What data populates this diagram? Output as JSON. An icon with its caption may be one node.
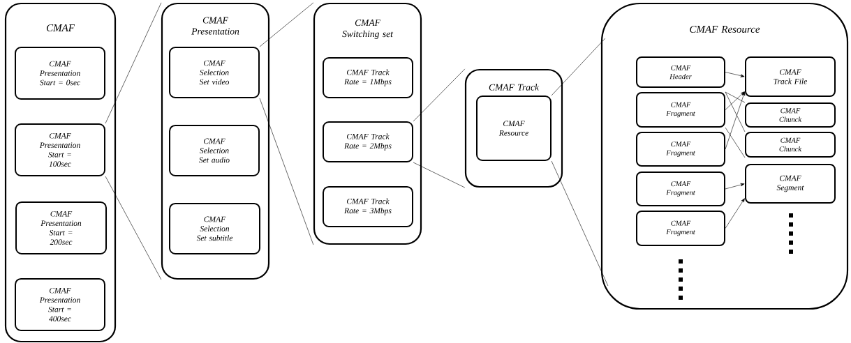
{
  "diagram": {
    "nodes": [
      {
        "text": [
          "CMAF"
        ]
      },
      {
        "text": [
          "CMAF Presentation Start = 0sec"
        ],
        "in": 0
      },
      {
        "text": [
          "CMAF Presentation Start = 100sec"
        ],
        "in": 0
      },
      {
        "text": [
          "CMAF Presentation Start = 200sec"
        ],
        "in": 0
      },
      {
        "text": [
          "CMAF Presentation Start = 400sec"
        ],
        "in": 0
      },
      {
        "text": [
          "CMAF Presentation"
        ]
      },
      {
        "text": [
          "CMAF Selection Set video"
        ],
        "in": 5
      },
      {
        "text": [
          "CMAF Selection Set audio"
        ],
        "in": 5
      },
      {
        "text": [
          "CMAF Selection Set subtitle"
        ],
        "in": 5
      },
      {
        "text": [
          "CMAF Switching set"
        ]
      },
      {
        "text": [
          "CMAF Track Rate = 1Mbps"
        ],
        "in": 9
      },
      {
        "text": [
          "CMAF Track Rate = 2Mbps"
        ],
        "in": 9
      },
      {
        "text": [
          "CMAF Track Rate = 3Mbps"
        ],
        "in": 9
      },
      {
        "text": [
          "CMAF Track"
        ]
      },
      {
        "text": [
          "CMAF Resource"
        ],
        "in": 13
      },
      {
        "text": [
          "CMAF Resource"
        ]
      },
      {
        "text": [
          "CMAF Header"
        ],
        "in": 15
      },
      {
        "text": [
          "CMAF Fragment"
        ],
        "in": 15
      },
      {
        "text": [
          "CMAF Fragment"
        ],
        "in": 15
      },
      {
        "text": [
          "CMAF Fragment"
        ],
        "in": 15
      },
      {
        "text": [
          "CMAF Fragment"
        ],
        "in": 15
      },
      {
        "text": [
          "CMAF Track File"
        ],
        "in": 15
      },
      {
        "text": [
          "CMAF Chunck"
        ],
        "in": 15
      },
      {
        "text": [
          "CMAF Chunck"
        ],
        "in": 15
      },
      {
        "text": [
          "CMAF Segment"
        ],
        "in": 15
      }
    ],
    "edges": [
      {
        "from": 2,
        "to": 5,
        "arrow": "none"
      },
      {
        "from": 2,
        "to": 5,
        "arrow": "none"
      },
      {
        "from": 6,
        "to": 9,
        "arrow": "none"
      },
      {
        "from": 6,
        "to": 9,
        "arrow": "none"
      },
      {
        "from": 11,
        "to": 13,
        "arrow": "none"
      },
      {
        "from": 11,
        "to": 13,
        "arrow": "none"
      },
      {
        "from": 14,
        "to": 15,
        "arrow": "none"
      },
      {
        "from": 14,
        "to": 15,
        "arrow": "none"
      },
      {
        "from": 16,
        "to": 21,
        "arrow": "to"
      },
      {
        "from": 17,
        "to": 21,
        "arrow": "to"
      },
      {
        "from": 18,
        "to": 21,
        "arrow": "to"
      },
      {
        "from": 17,
        "to": 22,
        "arrow": "none"
      },
      {
        "from": 17,
        "to": 23,
        "arrow": "none"
      },
      {
        "from": 17,
        "to": 23,
        "arrow": "none"
      },
      {
        "from": 19,
        "to": 24,
        "arrow": "to"
      },
      {
        "from": 20,
        "to": 24,
        "arrow": "to"
      }
    ]
  }
}
